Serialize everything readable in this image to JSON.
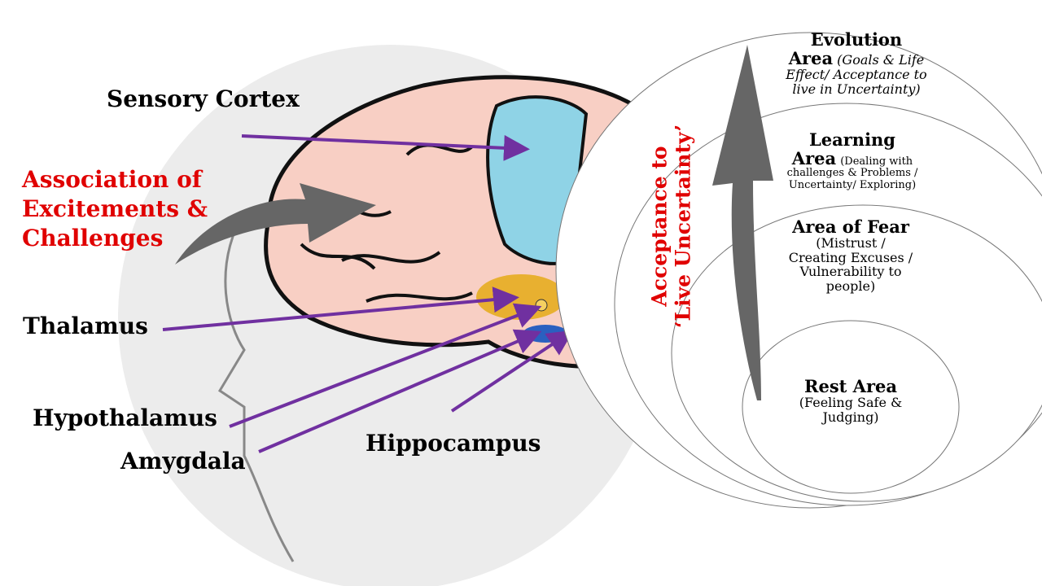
{
  "labels": {
    "sensory_cortex": "Sensory Cortex",
    "association": [
      "Association of",
      "Excitements &",
      "Challenges"
    ],
    "thalamus": "Thalamus",
    "hypothalamus": "Hypothalamus",
    "amygdala": "Amygdala",
    "hippocampus": "Hippocampus"
  },
  "vertical_title": [
    "Acceptance to",
    "‘Live Uncertainty’"
  ],
  "zones": {
    "evolution": {
      "title1": "Evolution",
      "title2": "Area",
      "desc": "(Goals & Life",
      "desc2": "Effect/ Acceptance to",
      "desc3": "live in Uncertainty)"
    },
    "learning": {
      "title1": "Learning",
      "title2": "Area",
      "desc": "(Dealing with",
      "desc2": "challenges & Problems /",
      "desc3": "Uncertainty/ Exploring)"
    },
    "fear": {
      "title": "Area of Fear",
      "desc": "(Mistrust /",
      "desc2": "Creating Excuses /",
      "desc3": "Vulnerability to",
      "desc4": "people)"
    },
    "rest": {
      "title": "Rest Area",
      "desc": "(Feeling Safe &",
      "desc2": "Judging)"
    }
  },
  "colors": {
    "arrow": "#7030A0",
    "red": "#e00000",
    "brain": "#f8cfc4",
    "cortex": "#8fd3e6",
    "thalamus": "#e8b030"
  }
}
